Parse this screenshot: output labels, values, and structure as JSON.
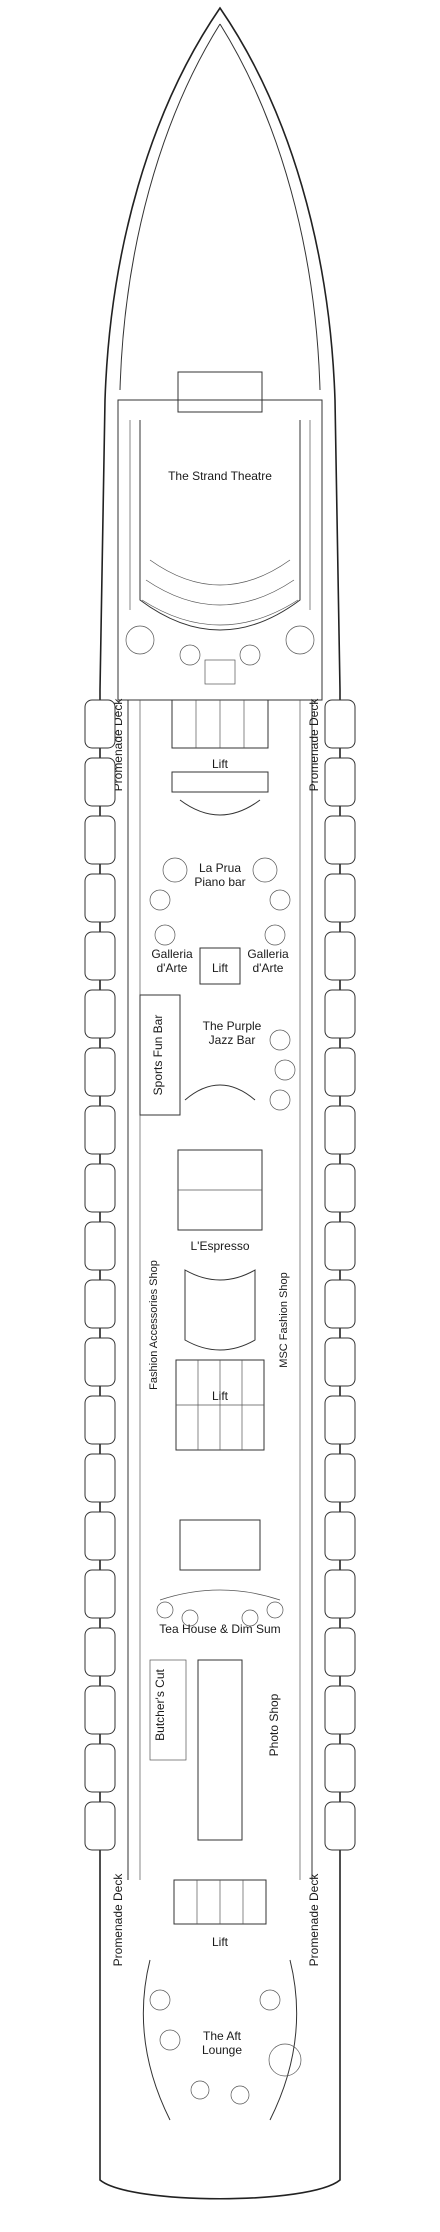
{
  "colors": {
    "line": "#222222",
    "background": "#ffffff"
  },
  "labels": {
    "strand_theatre": "The Strand Theatre",
    "promenade_deck": "Promenade Deck",
    "lift": "Lift",
    "la_prua_line1": "La Prua",
    "la_prua_line2": "Piano bar",
    "galleria_line1": "Galleria",
    "galleria_line2": "d'Arte",
    "purple_jazz_line1": "The Purple",
    "purple_jazz_line2": "Jazz Bar",
    "sports_fun_bar": "Sports Fun Bar",
    "espresso": "L'Espresso",
    "fashion_accessories_shop": "Fashion Accessories Shop",
    "msc_fashion_shop": "MSC Fashion Shop",
    "tea_house": "Tea House & Dim Sum",
    "butchers_cut": "Butcher's Cut",
    "photo_shop": "Photo Shop",
    "aft_lounge_line1": "The Aft",
    "aft_lounge_line2": "Lounge"
  }
}
